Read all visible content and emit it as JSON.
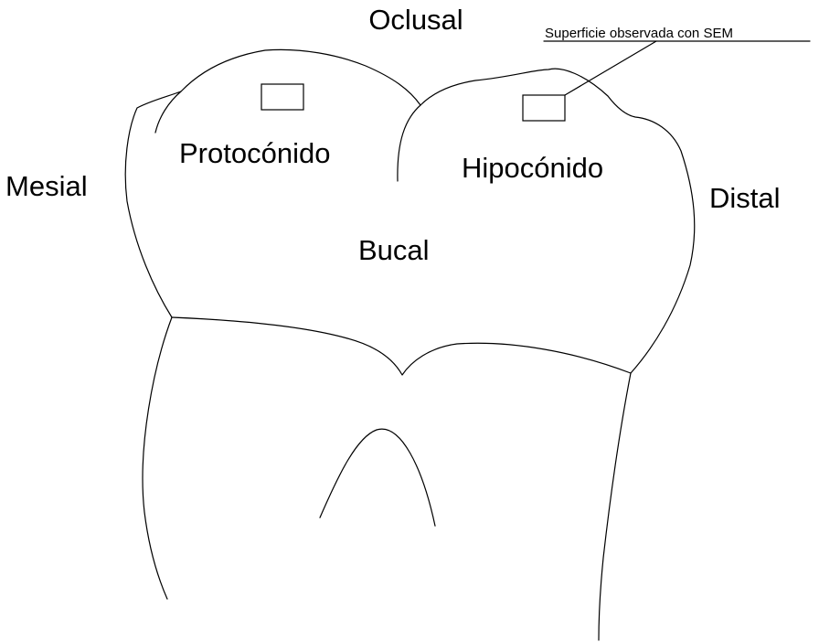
{
  "labels": {
    "occlusal": "Oclusal",
    "mesial": "Mesial",
    "distal": "Distal",
    "buccal": "Bucal",
    "protoconid": "Protocónido",
    "hypoconid": "Hipocónido",
    "sem_surface": "Superficie observada con SEM"
  },
  "colors": {
    "line": "#000000",
    "background": "#ffffff"
  }
}
